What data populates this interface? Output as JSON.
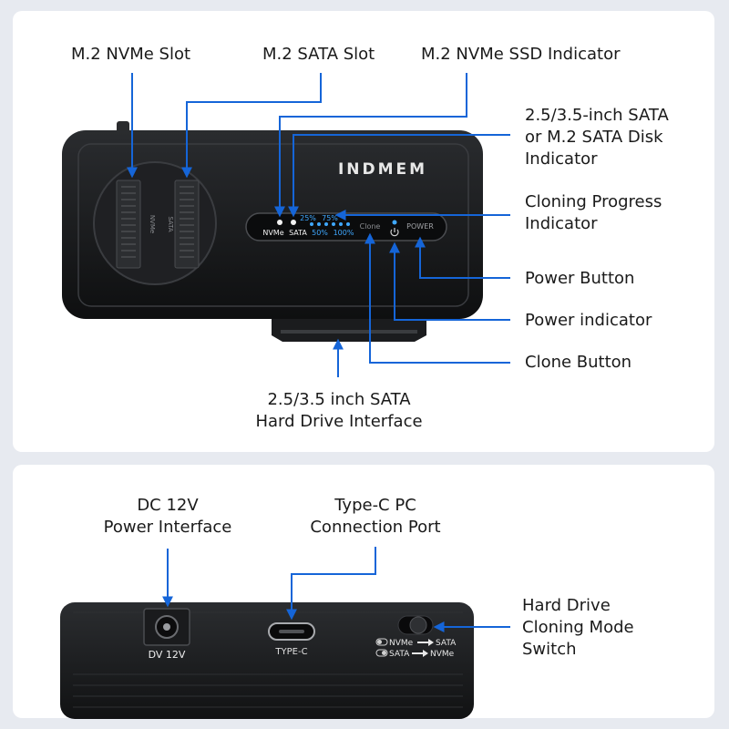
{
  "top_panel": {
    "device": {
      "logo": "INDMEM",
      "slot_nvme": "NVMe",
      "slot_sata": "SATA",
      "led_nvme": "NVMe",
      "led_sata": "SATA",
      "progress": [
        "25%",
        "75%",
        "50%",
        "100%"
      ],
      "clone": "Clone",
      "power": "POWER"
    },
    "labels": {
      "nvme_slot": "M.2 NVMe Slot",
      "sata_slot": "M.2 SATA Slot",
      "nvme_indicator": "M.2 NVMe SSD Indicator",
      "sata_indicator_1": "2.5/3.5-inch SATA",
      "sata_indicator_2": "or M.2 SATA Disk",
      "sata_indicator_3": "Indicator",
      "progress_1": "Cloning Progress",
      "progress_2": "Indicator",
      "power_button": "Power Button",
      "power_indicator": "Power indicator",
      "clone_button": "Clone Button",
      "sata_interface_1": "2.5/3.5 inch SATA",
      "sata_interface_2": "Hard Drive Interface"
    }
  },
  "bottom_panel": {
    "device": {
      "dc_port": "DV 12V",
      "typec_port": "TYPE-C",
      "switch_mode_1": "NVMe",
      "switch_mode_1_to": "SATA",
      "switch_mode_2": "SATA",
      "switch_mode_2_to": "NVMe"
    },
    "labels": {
      "dc_1": "DC 12V",
      "dc_2": "Power Interface",
      "typec_1": "Type-C PC",
      "typec_2": "Connection Port",
      "switch_1": "Hard Drive",
      "switch_2": "Cloning Mode",
      "switch_3": "Switch"
    }
  },
  "colors": {
    "callout": "#1565d8",
    "device_body": "#151617",
    "led_blue": "#3fa8ff"
  }
}
